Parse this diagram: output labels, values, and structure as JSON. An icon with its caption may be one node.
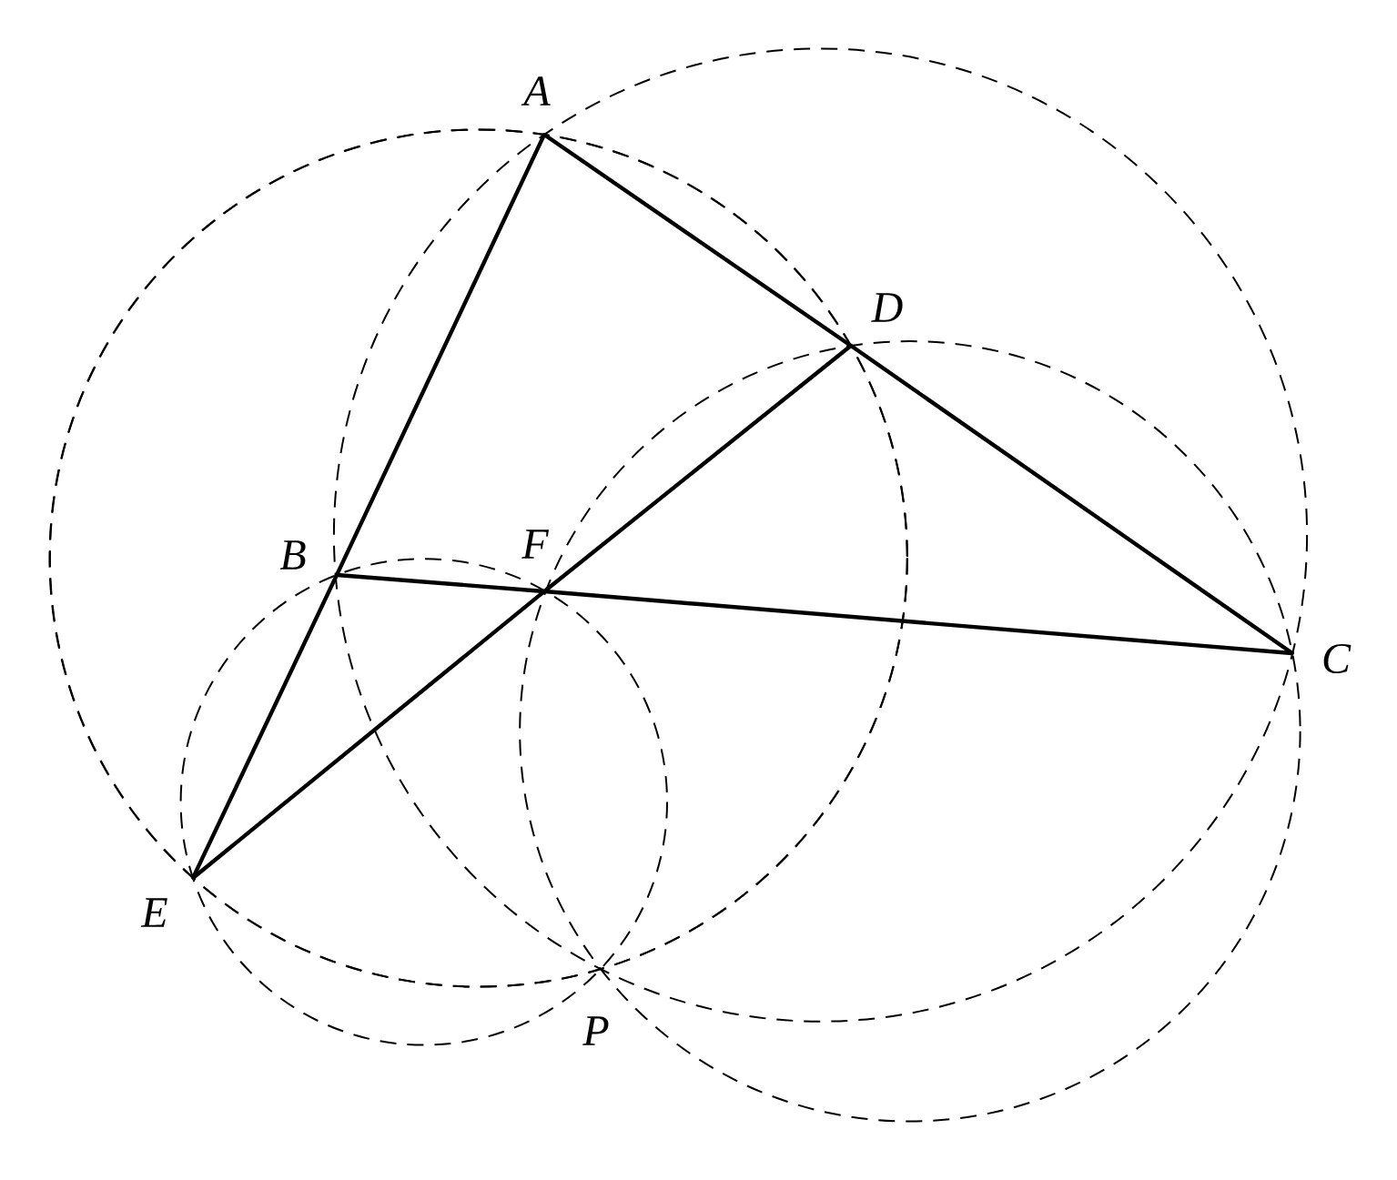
{
  "diagram": {
    "nodes": [
      {
        "text": [
          "A"
        ]
      },
      {
        "text": [
          "D"
        ]
      },
      {
        "text": [
          "B"
        ]
      },
      {
        "text": [
          "F"
        ]
      },
      {
        "text": [
          "C"
        ]
      },
      {
        "text": [
          "E"
        ]
      },
      {
        "text": [
          "P"
        ]
      }
    ],
    "edges": [
      {
        "from": 0,
        "to": 2,
        "arrow": "none"
      },
      {
        "from": 2,
        "to": 5,
        "arrow": "none"
      },
      {
        "from": 0,
        "to": 1,
        "arrow": "none"
      },
      {
        "from": 1,
        "to": 4,
        "arrow": "none"
      },
      {
        "from": 5,
        "to": 3,
        "arrow": "none"
      },
      {
        "from": 3,
        "to": 1,
        "arrow": "none"
      },
      {
        "from": 2,
        "to": 3,
        "arrow": "none"
      },
      {
        "from": 3,
        "to": 4,
        "arrow": "none"
      }
    ]
  }
}
